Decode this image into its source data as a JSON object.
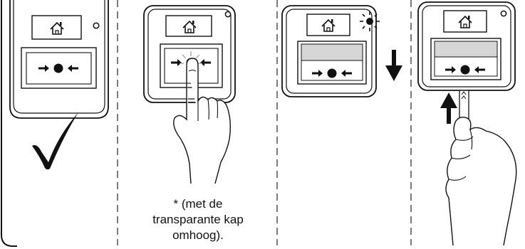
{
  "caption": {
    "line1": "* (met de",
    "line2": "transparante kap",
    "line3": "omhoog)."
  },
  "steps": [
    {
      "name": "step-1",
      "icons": [
        "house-icon",
        "arrow-right-icon",
        "dot-icon",
        "arrow-left-icon",
        "checkmark-icon"
      ]
    },
    {
      "name": "step-2",
      "icons": [
        "house-icon",
        "arrow-right-icon",
        "dot-icon",
        "arrow-left-icon",
        "finger-hand"
      ]
    },
    {
      "name": "step-3",
      "icons": [
        "house-icon",
        "led-sun-icon",
        "arrow-down-icon"
      ]
    },
    {
      "name": "step-4",
      "icons": [
        "house-icon",
        "arrow-up-icon",
        "reset-key",
        "hand"
      ]
    }
  ],
  "colors": {
    "stroke": "#111111",
    "window_fill": "#d6d6d6",
    "panel_fill": "#ffffff"
  }
}
